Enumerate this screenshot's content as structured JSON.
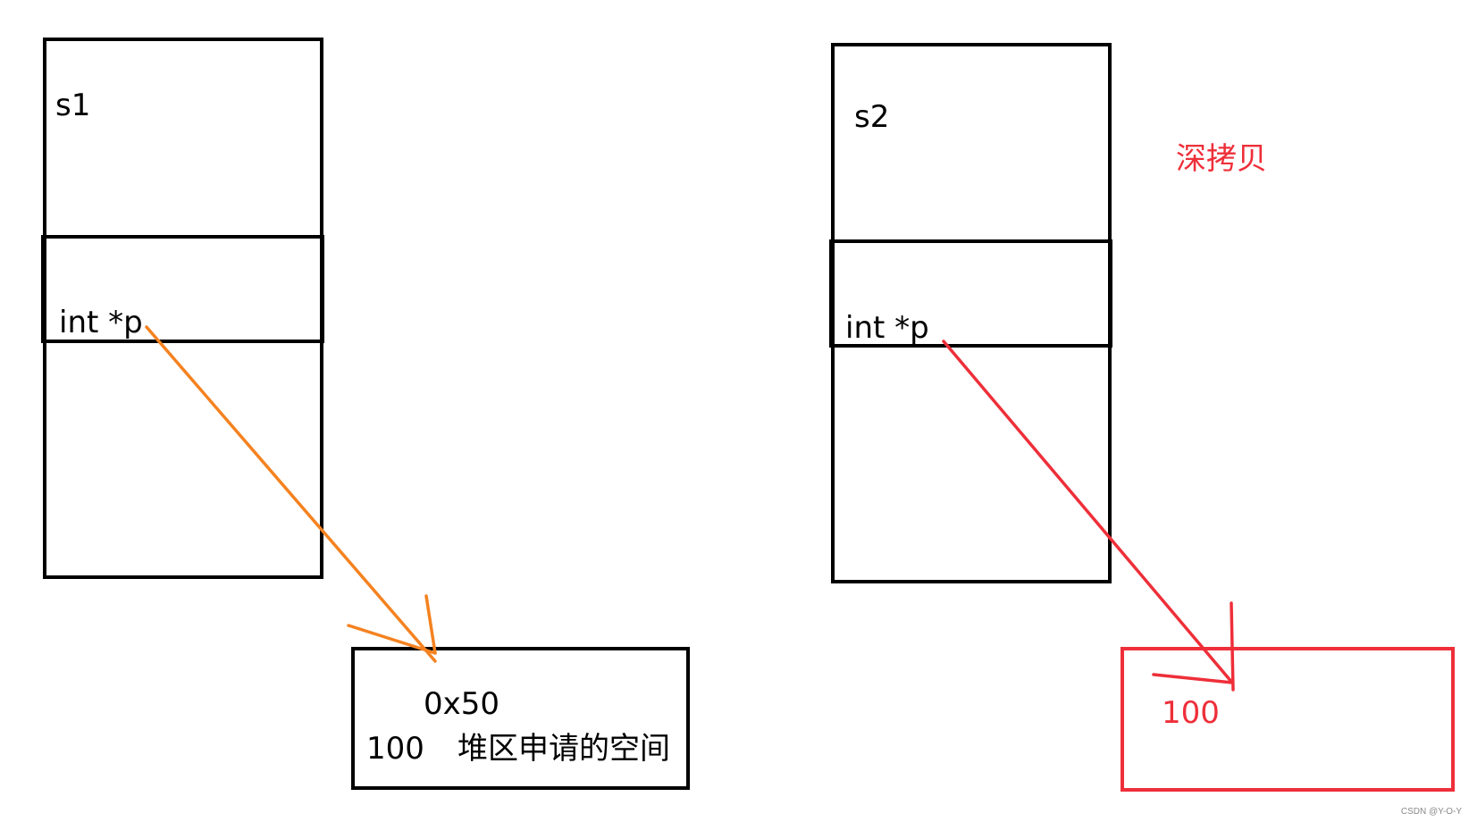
{
  "left_object": {
    "name": "s1",
    "member": "int *p",
    "heap_address": "0x50",
    "heap_value": "100",
    "heap_caption": "堆区申请的空间"
  },
  "right_object": {
    "name": "s2",
    "member": "int *p",
    "heap_value": "100"
  },
  "title": "深拷贝",
  "watermark": "CSDN @Y-O-Y",
  "colors": {
    "outline": "#000000",
    "left_arrow": "#f58220",
    "right_arrow": "#ee2f39"
  }
}
